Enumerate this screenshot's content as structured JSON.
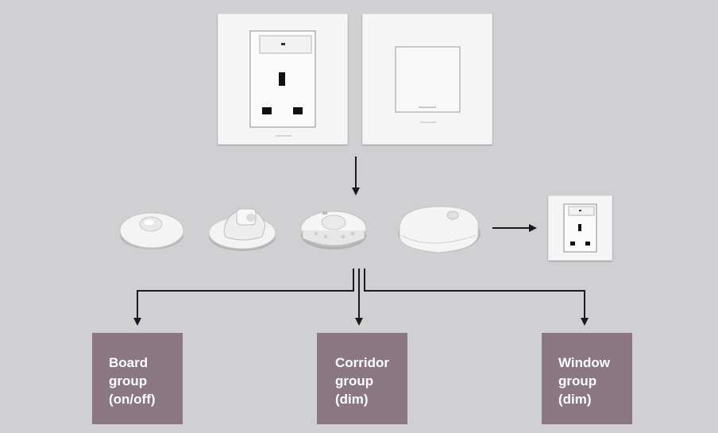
{
  "colors": {
    "background": "#d0d0d2",
    "group_box": "#8b7780",
    "connector": "#1a1a1a"
  },
  "icons": {
    "socket": "uk-socket-plate-icon",
    "switch": "push-switch-plate-icon",
    "sensor_1": "ceiling-pir-sensor-icon",
    "sensor_2": "swivel-pir-sensor-icon",
    "sensor_3": "ceiling-vent-sensor-icon",
    "sensor_4": "oval-wireless-sensor-icon",
    "output_socket": "small-socket-plate-icon"
  },
  "groups": [
    {
      "lines": [
        "Board",
        "group",
        "(on/off)"
      ]
    },
    {
      "lines": [
        "Corridor",
        "group",
        "(dim)"
      ]
    },
    {
      "lines": [
        "Window",
        "group",
        "(dim)"
      ]
    }
  ]
}
